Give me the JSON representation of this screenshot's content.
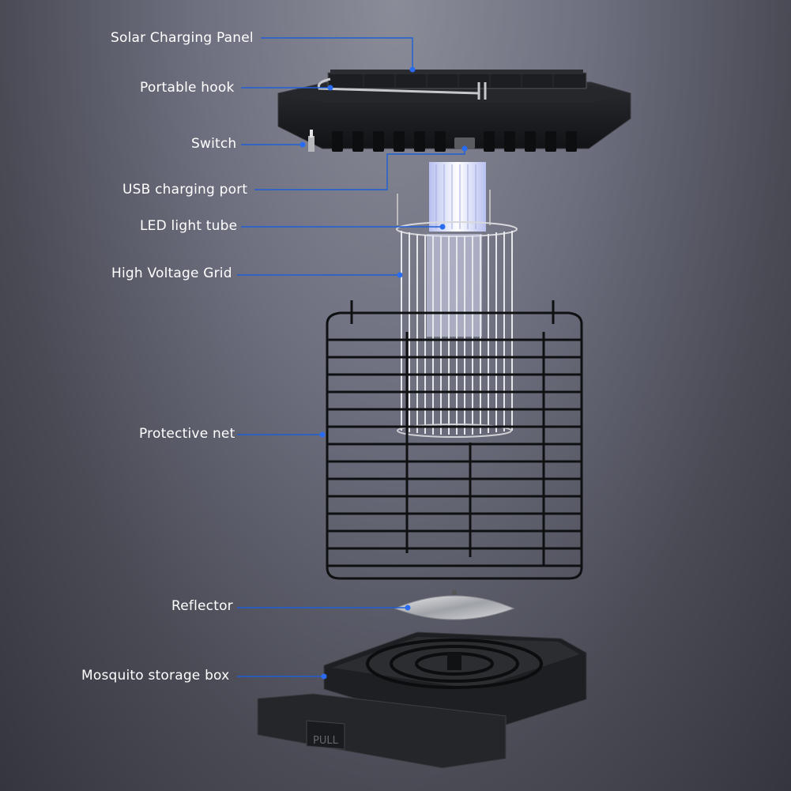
{
  "callouts": {
    "solar_panel": "Solar Charging Panel",
    "portable_hook": "Portable hook",
    "switch": "Switch",
    "usb_port": "USB charging port",
    "led_tube": "LED light tube",
    "hv_grid": "High Voltage Grid",
    "protective_net": "Protective net",
    "reflector": "Reflector",
    "storage_box": "Mosquito storage box"
  },
  "product": {
    "drawer_text": "PULL"
  },
  "colors": {
    "callout_line": "#1f5fd6",
    "callout_dot": "#2a6cf0",
    "label_text": "#ffffff"
  }
}
